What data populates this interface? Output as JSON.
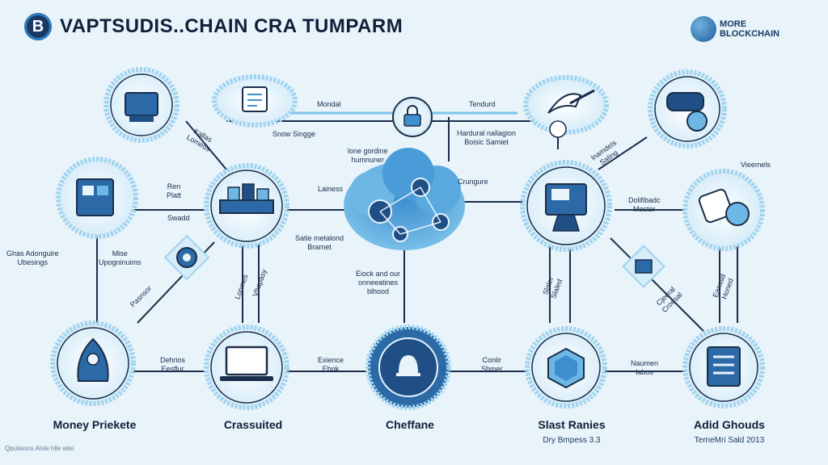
{
  "header": {
    "title": "VAPTSUDIS..CHAIN CRA TUMPARM",
    "logo_letter": "B"
  },
  "corner": {
    "line1": "MORE",
    "line2": "BLOCKCHAIN"
  },
  "footer": {
    "text": "Qpulsions Alsle hlle wlei"
  },
  "labels": {
    "mondal": "Mondal",
    "tendurd": "Tendurd",
    "snow": "Snow Singge",
    "hardural": "Hardural nallagion\nBoisic Samiet",
    "kallas": "Kallas\nLomeds",
    "lone": "lone gordine\nhumnuner",
    "lainess": "Lainess",
    "crungure": "Crungure",
    "ren": "Ren\nPlatt",
    "swadd": "Swadd",
    "satie": "Satie metalond\nBrarnet",
    "eiock": "Eiock and our\nonneeatines\nblhood",
    "ghas": "Ghas Adonguire\nUbesings",
    "mise": "Mise\nUpogninuims",
    "pasnsor": "Pasnsor",
    "lonmes": "Lonmes",
    "vhapasy": "Vhapasy",
    "lnamdels": "lnamdels\nSaling",
    "dolfibad": "Dolifibadc\nMester",
    "vieemels": "Vieemels",
    "slaler": "Slaler\nSlaled",
    "eanssd": "Eanssd\nHoned",
    "cjeeral": "Cjeeral\nCroesal",
    "dehrios": "Dehrios\nEesflur",
    "exience": "Exience\nEhnk",
    "conlir": "Conlir\nShmer",
    "naumen": "Naumen\nlabos",
    "money": "Money Priekete",
    "crassuited": "Crassuited",
    "cheffane": "Cheffane",
    "slast": "Slast Ranies",
    "adid": "Adid Ghouds",
    "dry": "Dry Bmpess 3.3",
    "terneh": "TerneMri Sald 2013"
  }
}
